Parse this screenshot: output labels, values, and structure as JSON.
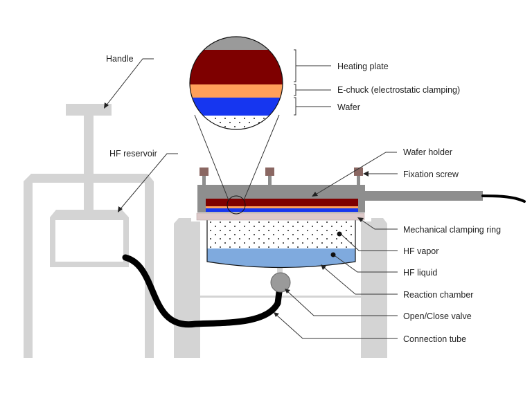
{
  "labels": {
    "handle": "Handle",
    "hf_reservoir": "HF reservoir",
    "heating_plate": "Heating plate",
    "e_chuck": "E-chuck (electrostatic clamping)",
    "wafer": "Wafer",
    "wafer_holder": "Wafer holder",
    "fixation_screw": "Fixation screw",
    "mechanical_clamping_ring": "Mechanical clamping ring",
    "hf_vapor": "HF vapor",
    "hf_liquid": "HF liquid",
    "reaction_chamber": "Reaction chamber",
    "open_close_valve": "Open/Close valve",
    "connection_tube": "Connection tube"
  },
  "colors": {
    "frame_gray": "#d4d4d4",
    "holder_gray": "#8e8e8e",
    "screw_brown": "#8a6762",
    "heating_red": "#7e0000",
    "echuck_orange": "#ffa05a",
    "wafer_blue": "#1636f0",
    "ring_pink": "#dcc8c8",
    "liquid_blue": "#7faade",
    "valve_gray": "#9a9a9a",
    "tube_black": "#000000"
  }
}
